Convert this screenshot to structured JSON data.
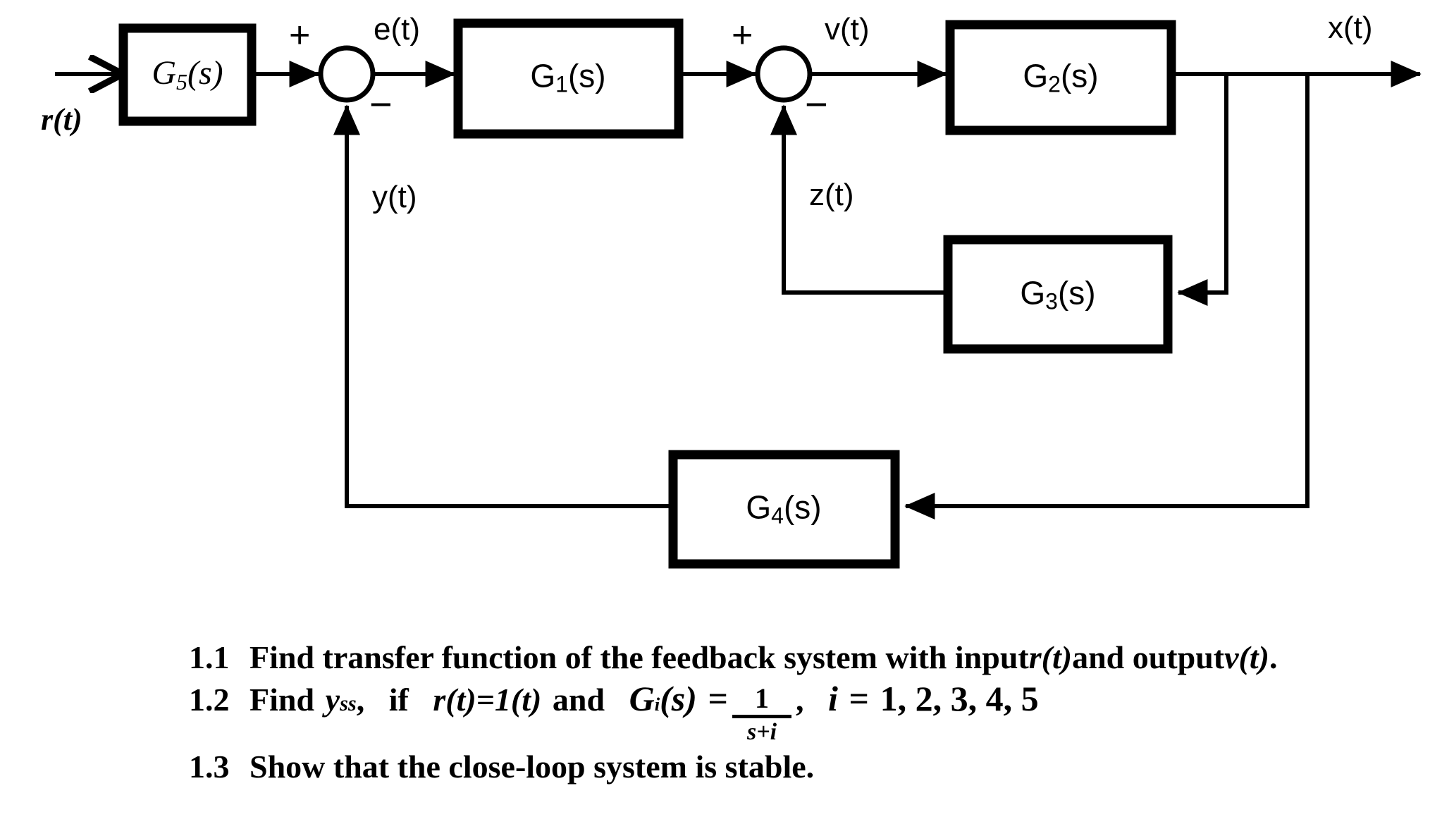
{
  "diagram": {
    "title": "Feedback control system block diagram",
    "blocks": [
      {
        "id": "g5",
        "label_main": "G",
        "label_sub": "5",
        "label_tail": "(s)",
        "style": "serif-italic"
      },
      {
        "id": "g1",
        "label_main": "G",
        "label_sub": "1",
        "label_tail": "(s)",
        "style": "sans"
      },
      {
        "id": "g2",
        "label_main": "G",
        "label_sub": "2",
        "label_tail": "(s)",
        "style": "sans"
      },
      {
        "id": "g3",
        "label_main": "G",
        "label_sub": "3",
        "label_tail": "(s)",
        "style": "sans"
      },
      {
        "id": "g4",
        "label_main": "G",
        "label_sub": "4",
        "label_tail": "(s)",
        "style": "sans"
      }
    ],
    "signals": {
      "input": "r(t)",
      "error": "e(t)",
      "v": "v(t)",
      "output": "x(t)",
      "inner_feedback": "z(t)",
      "outer_feedback": "y(t)"
    },
    "summing_junctions": [
      {
        "id": "sum1",
        "plus": "+",
        "minus": "−"
      },
      {
        "id": "sum2",
        "plus": "+",
        "minus": "−"
      }
    ],
    "colors": {
      "line": "#000000",
      "background": "#ffffff"
    }
  },
  "questions": [
    {
      "number": "1.1",
      "parts": [
        {
          "t": "Find transfer function of the feedback system with input ",
          "style": "roman"
        },
        {
          "t": "r(t)",
          "style": "italic"
        },
        {
          "t": " and output ",
          "style": "roman"
        },
        {
          "t": "v(t)",
          "style": "italic"
        },
        {
          "t": ".",
          "style": "roman"
        }
      ],
      "plain": "Find transfer function of the feedback system with input r(t) and output v(t)."
    },
    {
      "number": "1.2",
      "find_label": "Find",
      "y_symbol": "y",
      "y_subscript": "ss",
      "comma": ",",
      "if_label": "if",
      "r_condition": "r(t)=1(t)",
      "and_label": "and",
      "gi_symbol": "G",
      "gi_subscript": "i",
      "gi_tail": "(s)",
      "equals": "=",
      "fraction_numerator": "1",
      "fraction_denominator": "s+i",
      "after_fraction_comma": ",",
      "index_symbol": "i",
      "index_equals": "=",
      "index_values": "1, 2, 3, 4, 5",
      "plain": "Find y_ss, if r(t)=1(t) and G_i(s) = 1/(s+i),  i = 1, 2, 3, 4, 5"
    },
    {
      "number": "1.3",
      "parts": [
        {
          "t": "Show that the close-loop system is stable.",
          "style": "roman"
        }
      ],
      "plain": "Show that the close-loop system is stable."
    }
  ]
}
